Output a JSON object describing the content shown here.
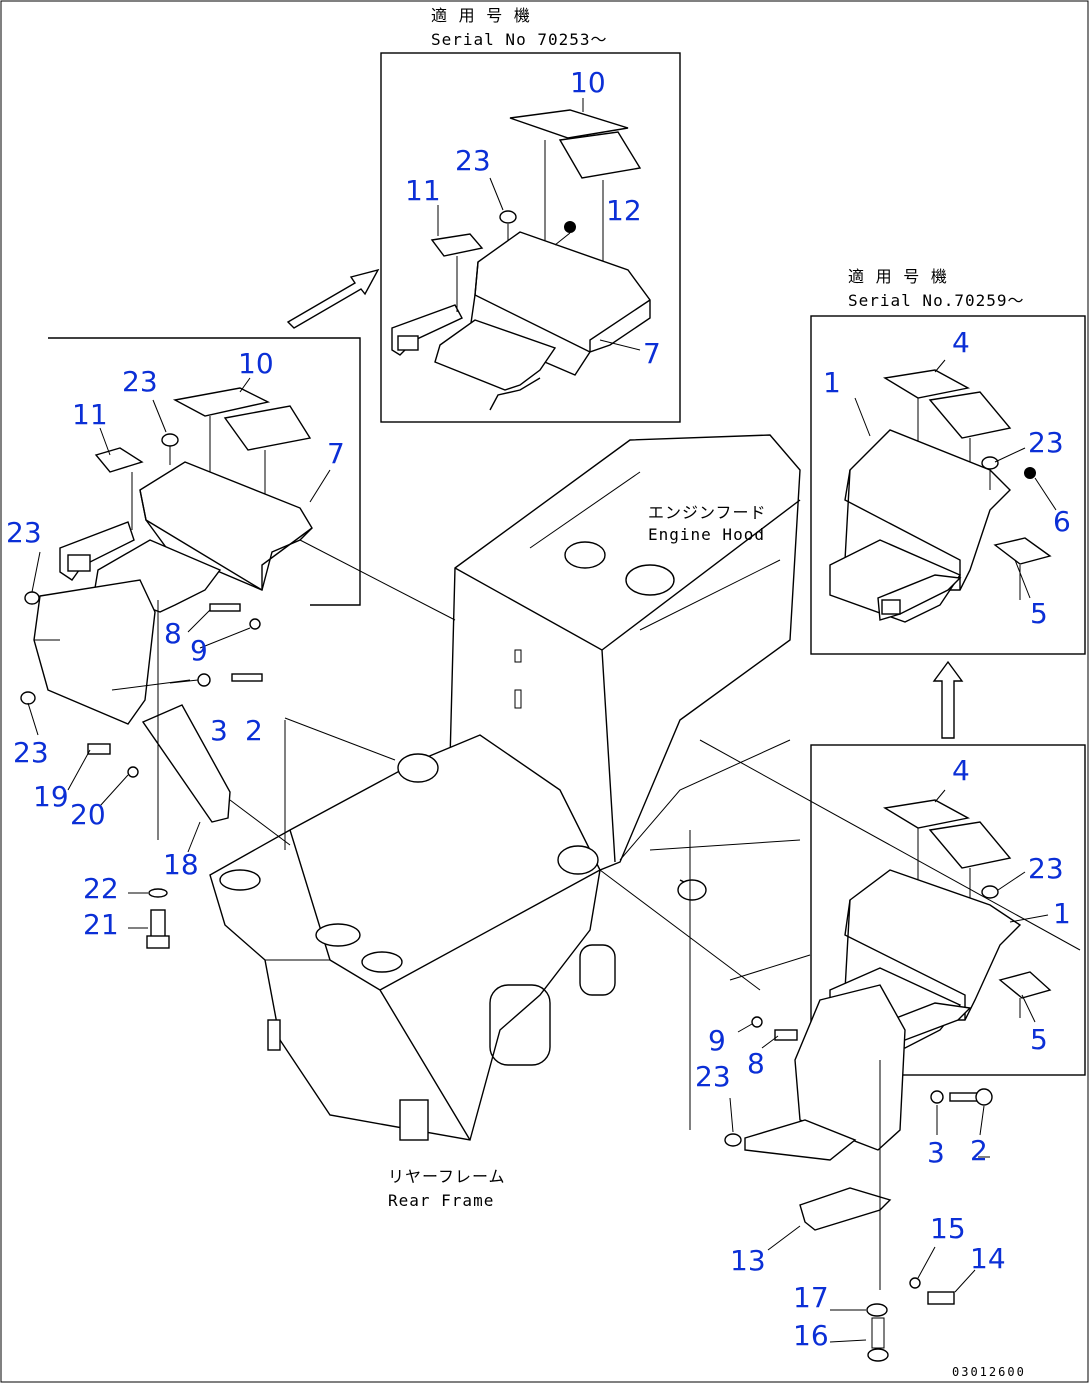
{
  "captions": {
    "inset_top_jp": "適 用 号 機",
    "inset_top_en": "Serial No 70253～",
    "inset_right_jp": "適 用 号 機",
    "inset_right_en": "Serial No.70259～",
    "engine_hood_jp": "エンジンフード",
    "engine_hood_en": "Engine Hood",
    "rear_frame_jp": "リヤーフレーム",
    "rear_frame_en": "Rear Frame",
    "figure_id": "03012600"
  },
  "callouts": {
    "a10": "10",
    "a23": "23",
    "a11": "11",
    "a12": "12",
    "a7": "7",
    "b10": "10",
    "b23": "23",
    "b11": "11",
    "b7": "7",
    "b23c": "23",
    "b8": "8",
    "b9": "9",
    "b3": "3",
    "b2": "2",
    "b23d": "23",
    "b19": "19",
    "b20": "20",
    "b18": "18",
    "b22": "22",
    "b21": "21",
    "c4": "4",
    "c1": "1",
    "c23": "23",
    "c6": "6",
    "c5": "5",
    "d4": "4",
    "d23": "23",
    "d1": "1",
    "d5": "5",
    "d9": "9",
    "d8": "8",
    "d23b": "23",
    "d3": "3",
    "d2": "2",
    "d13": "13",
    "d15": "15",
    "d14": "14",
    "d17": "17",
    "d16": "16"
  }
}
